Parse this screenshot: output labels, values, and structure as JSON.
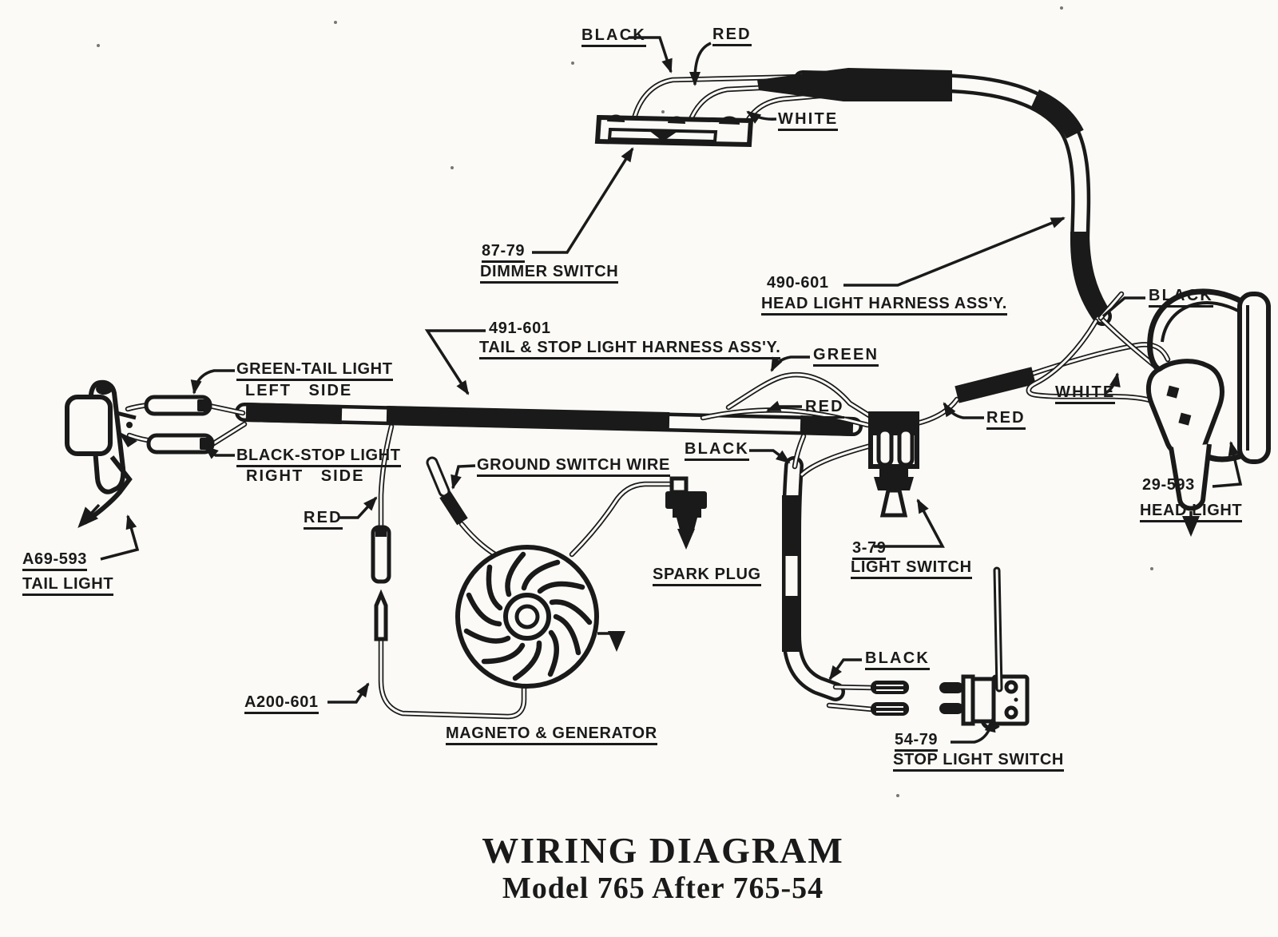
{
  "colors": {
    "paper": "#fbfaf6",
    "ink": "#1a1a1a"
  },
  "title": {
    "line1": "WIRING DIAGRAM",
    "line2": "Model 765 After 765-54"
  },
  "labels": {
    "dimmer_black": "BLACK",
    "dimmer_red": "RED",
    "dimmer_white": "WHITE",
    "dimmer_part": "87-79",
    "dimmer_name": "DIMMER SWITCH",
    "headlight_harness_part": "490-601",
    "headlight_harness_name": "HEAD LIGHT HARNESS ASS'Y.",
    "tail_harness_part": "491-601",
    "tail_harness_name": "TAIL & STOP LIGHT HARNESS ASS'Y.",
    "green_tail_light": "GREEN-TAIL LIGHT",
    "green_tail_side": "LEFT SIDE",
    "black_stop_light": "BLACK-STOP LIGHT",
    "black_stop_side": "RIGHT SIDE",
    "tail_light_part": "A69-593",
    "tail_light_name": "TAIL LIGHT",
    "red_left": "RED",
    "ground_switch_wire": "GROUND SWITCH WIRE",
    "black_center": "BLACK",
    "spark_plug": "SPARK PLUG",
    "magneto_wire_part": "A200-601",
    "magneto_name": "MAGNETO & GENERATOR",
    "green_mid": "GREEN",
    "red_mid": "RED",
    "red_right": "RED",
    "white_right": "WHITE",
    "light_switch_part": "3-79",
    "light_switch_name": "LIGHT SWITCH",
    "black_bottom": "BLACK",
    "stop_switch_part": "54-79",
    "stop_switch_name": "STOP LIGHT SWITCH",
    "headlight_black": "BLACK",
    "headlight_part": "29-593",
    "headlight_name": "HEAD LIGHT"
  }
}
